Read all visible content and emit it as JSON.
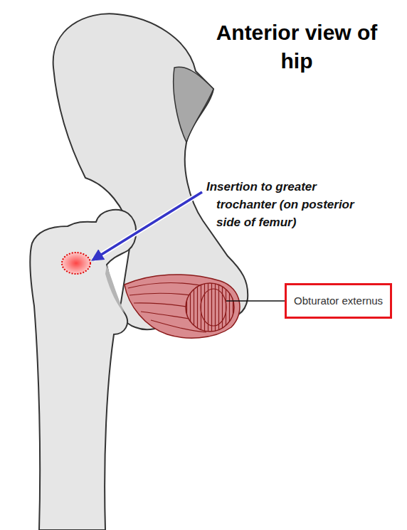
{
  "diagram": {
    "title": "Anterior view of hip",
    "nodes": [
      {
        "text": [
          "Obturator externus"
        ]
      }
    ],
    "labels": [
      "Insertion to greater trochanter (on posterior side of femur)"
    ]
  }
}
